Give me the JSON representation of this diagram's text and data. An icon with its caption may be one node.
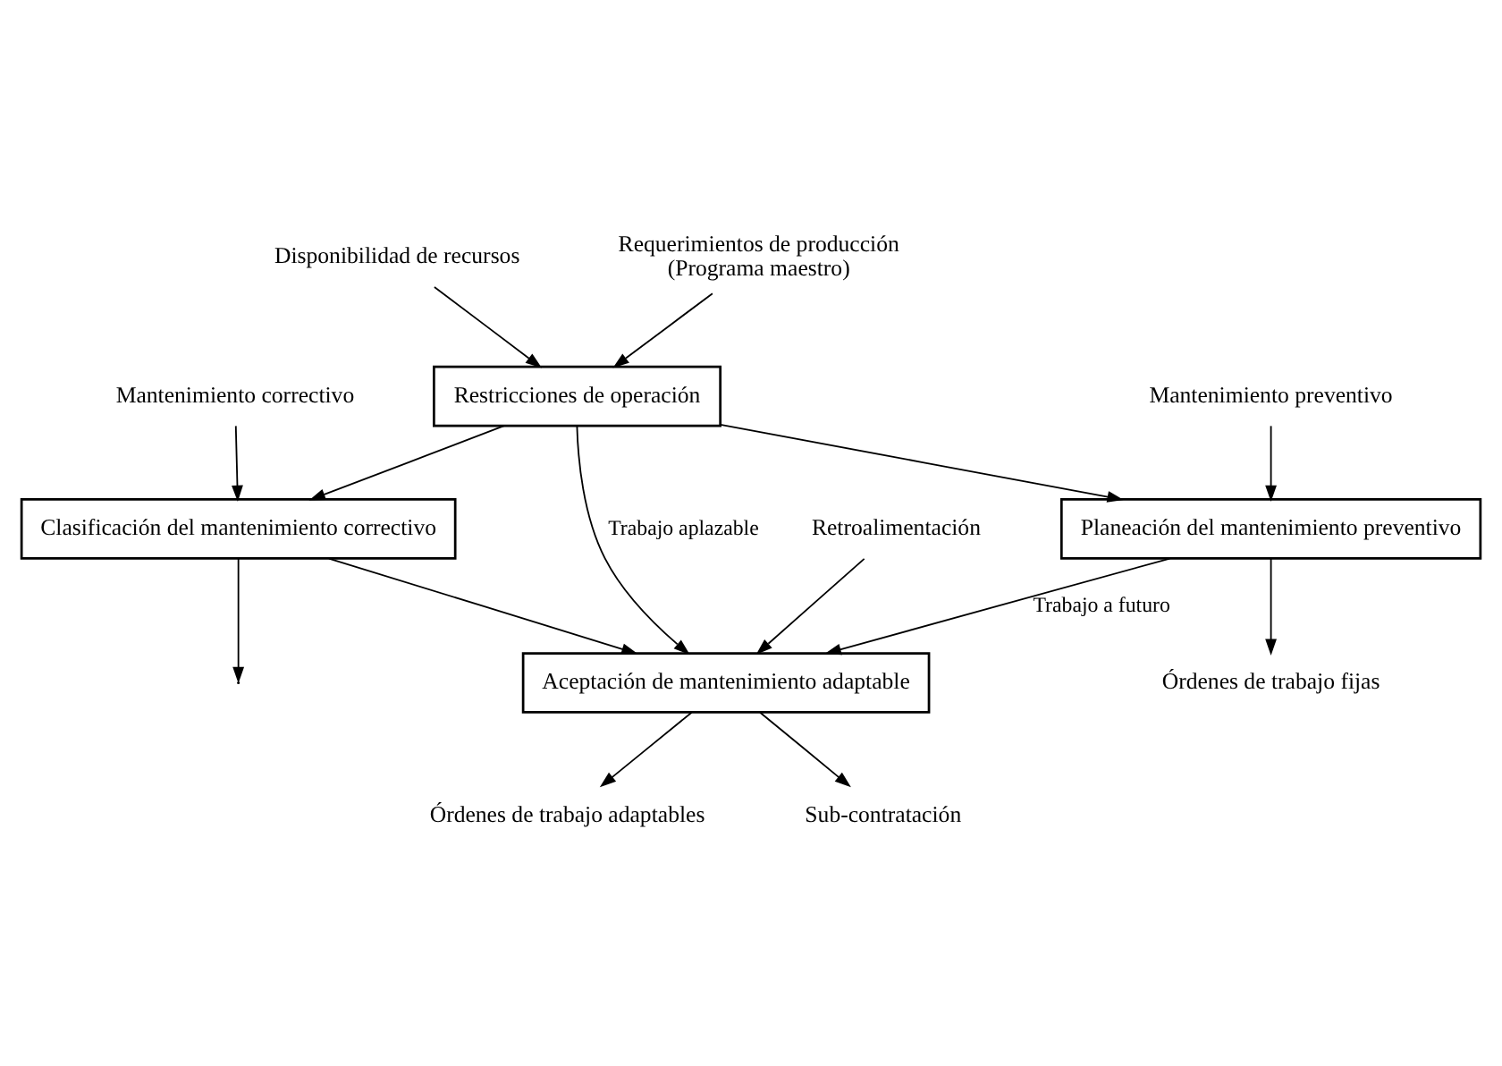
{
  "diagram": {
    "nodes": [
      {
        "text": [
          "Restricciones de operación"
        ]
      },
      {
        "text": [
          "Planeación del mantenimiento preventivo"
        ]
      },
      {
        "text": [
          "Clasificación del mantenimiento correctivo"
        ]
      },
      {
        "text": [
          "Aceptación de mantenimiento adaptable"
        ]
      },
      {
        "text": [
          "Disponibilidad de recursos"
        ]
      },
      {
        "text": [
          "Requerimientos de producción",
          "(Programa maestro)"
        ]
      },
      {
        "text": [
          "Mantenimiento preventivo"
        ]
      },
      {
        "text": [
          "Mantenimiento correctivo"
        ]
      },
      {
        "text": [
          "Órdenes de trabajo adaptables"
        ]
      },
      {
        "text": [
          "Órdenes de trabajo fijas"
        ]
      },
      {
        "text": [
          "Retroalimentación"
        ]
      },
      {
        "text": [
          "Sub-contratación"
        ]
      }
    ],
    "edges": [
      {
        "from": 4,
        "to": 0,
        "arrow": "to"
      },
      {
        "from": 5,
        "to": 0,
        "arrow": "to"
      },
      {
        "from": 0,
        "to": 1,
        "arrow": "to"
      },
      {
        "from": 0,
        "to": 2,
        "arrow": "to"
      },
      {
        "from": 6,
        "to": 1,
        "arrow": "to"
      },
      {
        "from": 7,
        "to": 2,
        "arrow": "to"
      },
      {
        "from": 1,
        "to": 3,
        "arrow": "to",
        "label": "Trabajo a futuro"
      },
      {
        "from": 0,
        "to": 3,
        "arrow": "to",
        "label": "Trabajo aplazable"
      },
      {
        "from": 2,
        "to": 3,
        "arrow": "to"
      },
      {
        "from": 2,
        "to": null,
        "arrow": "to"
      },
      {
        "from": 3,
        "to": 8,
        "arrow": "to"
      },
      {
        "from": 1,
        "to": 9,
        "arrow": "to"
      },
      {
        "from": 10,
        "to": 3,
        "arrow": "to"
      },
      {
        "from": 3,
        "to": 11,
        "arrow": "to"
      }
    ]
  }
}
